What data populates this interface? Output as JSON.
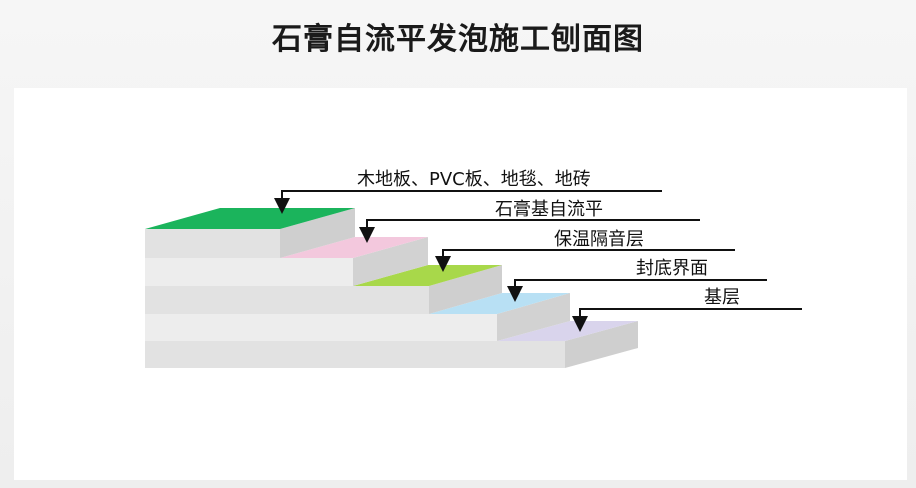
{
  "title": "石膏自流平发泡施工刨面图",
  "layers": [
    {
      "label": "木地板、PVC板、地毯、地砖",
      "color": "#1bb45c"
    },
    {
      "label": "石膏基自流平",
      "color": "#f3c8dd"
    },
    {
      "label": "保温隔音层",
      "color": "#a8d84a"
    },
    {
      "label": "封底界面",
      "color": "#b8e0f4"
    },
    {
      "label": "基层",
      "color": "#d9d4ec"
    }
  ]
}
